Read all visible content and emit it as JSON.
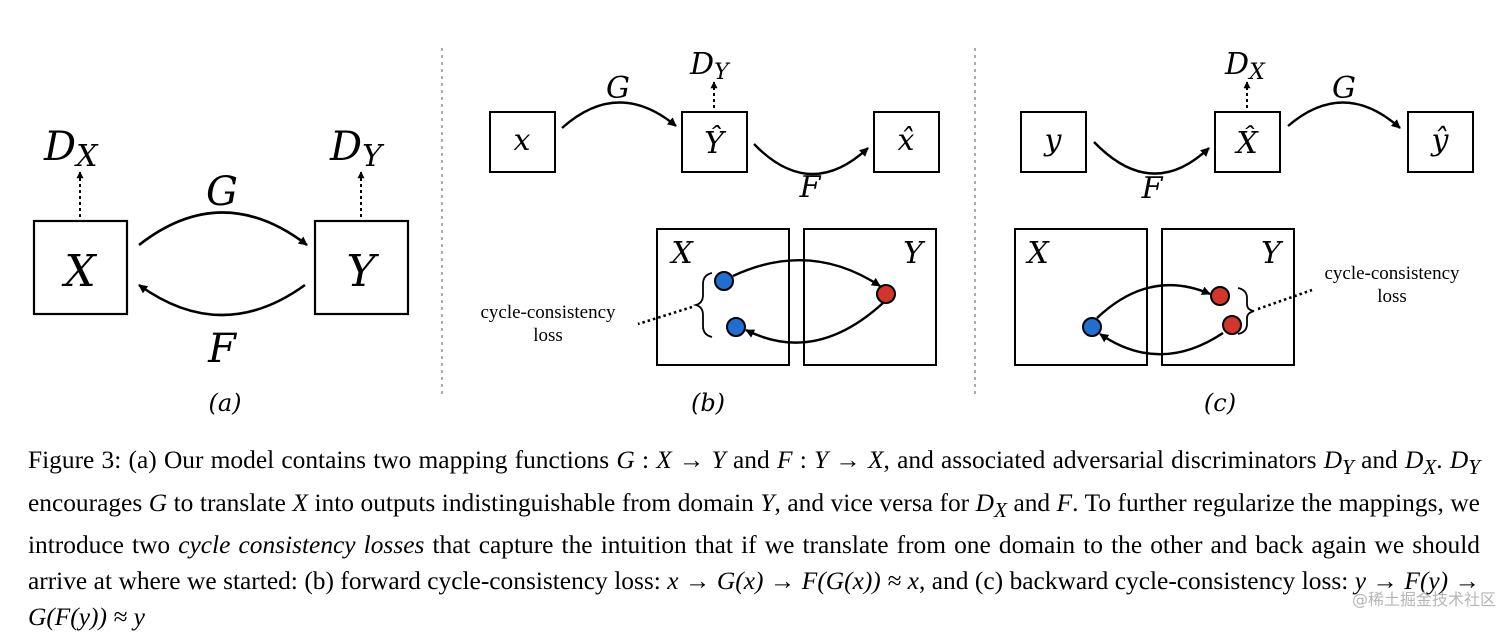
{
  "panel_a": {
    "node_x": "X",
    "node_y": "Y",
    "disc_x_base": "D",
    "disc_x_sub": "X",
    "disc_y_base": "D",
    "disc_y_sub": "Y",
    "arrow_top": "G",
    "arrow_bottom": "F",
    "sublabel": "(a)"
  },
  "panel_b": {
    "box_left": "x",
    "box_mid": "Ŷ",
    "box_right": "x̂",
    "disc_base": "D",
    "disc_sub": "Y",
    "arrow_top": "G",
    "arrow_bottom": "F",
    "domain_left": "X",
    "domain_right": "Y",
    "loss_line1": "cycle-consistency",
    "loss_line2": "loss",
    "sublabel": "(b)"
  },
  "panel_c": {
    "box_left": "y",
    "box_mid": "X̂",
    "box_right": "ŷ",
    "disc_base": "D",
    "disc_sub": "X",
    "arrow_top": "G",
    "arrow_bottom": "F",
    "domain_left": "X",
    "domain_right": "Y",
    "loss_line1": "cycle-consistency",
    "loss_line2": "loss",
    "sublabel": "(c)"
  },
  "colors": {
    "blue_dot": "#1f6fd1",
    "red_dot": "#d2352a"
  },
  "caption": {
    "lead": "Figure 3:",
    "l1_a": "(a) Our model contains two mapping functions",
    "m_G": "G",
    "m_colon1": " : ",
    "m_X": "X",
    "m_to1": " → ",
    "m_Y": "Y",
    "l1_and": "and",
    "m_F": "F",
    "m_colon2": " : ",
    "m_Y2": "Y",
    "m_to2": " → ",
    "m_X2": "X",
    "l1_b": ", and associated adversarial discriminators",
    "m_DY": "D",
    "m_DY_sub": "Y",
    "l2_and": "and",
    "m_DX": "D",
    "m_DX_sub": "X",
    "l2_dot": ".",
    "m_DY2": "D",
    "m_DY2_sub": "Y",
    "l2_a": "encourages",
    "m_G2": "G",
    "l2_b": "to translate",
    "m_X3": "X",
    "l2_c": "into outputs indistinguishable from domain",
    "m_Y3": "Y",
    "l2_d": ", and vice versa for",
    "m_DX2": "D",
    "m_DX2_sub": "X",
    "l3_and": "and",
    "m_F2": "F",
    "l3_a": ". To further regularize the mappings, we introduce two",
    "l3_em": "cycle consistency losses",
    "l3_b": "that capture the intuition that if we translate from one domain to the other and back again we should arrive at where we started: (b) forward cycle-consistency loss:",
    "m_fwd": "x → G(x) → F(G(x)) ≈ x",
    "l5_a": ", and (c) backward cycle-consistency loss:",
    "m_bwd": "y → F(y) → G(F(y)) ≈ y"
  },
  "watermark": "@稀土掘金技术社区"
}
